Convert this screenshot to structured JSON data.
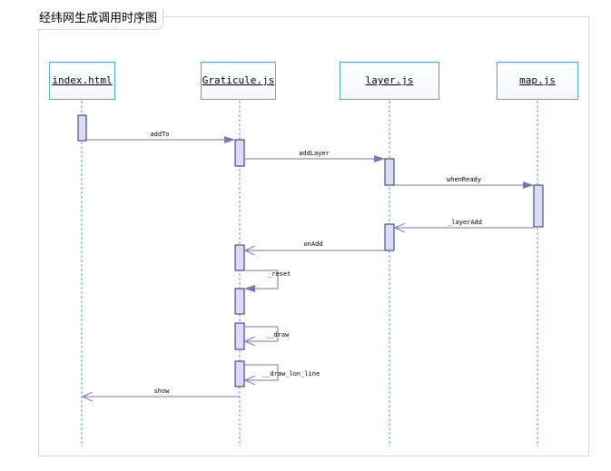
{
  "title": "经纬网生成调用时序图",
  "colors": {
    "actor_border": "#4fa9d8",
    "activation_fill": "#dcdcf6",
    "activation_border": "#2a2a6e",
    "arrow": "#7676c0",
    "lifeline": "#4fa9d8"
  },
  "participants": [
    {
      "id": "index",
      "label": "index.html"
    },
    {
      "id": "graticule",
      "label": "Graticule.js"
    },
    {
      "id": "layer",
      "label": "layer.js"
    },
    {
      "id": "map",
      "label": "map.js"
    }
  ],
  "messages": [
    {
      "id": "addTo",
      "label": "addTo",
      "from": "index",
      "to": "graticule",
      "kind": "sync"
    },
    {
      "id": "addLayer",
      "label": "addLayer",
      "from": "graticule",
      "to": "layer",
      "kind": "sync"
    },
    {
      "id": "whenReady",
      "label": "whenReady",
      "from": "layer",
      "to": "map",
      "kind": "sync"
    },
    {
      "id": "layerAdd",
      "label": "_layerAdd",
      "from": "map",
      "to": "layer",
      "kind": "return"
    },
    {
      "id": "onAdd",
      "label": "onAdd",
      "from": "layer",
      "to": "graticule",
      "kind": "return"
    },
    {
      "id": "reset",
      "label": "_reset",
      "from": "graticule",
      "to": "graticule",
      "kind": "self"
    },
    {
      "id": "draw",
      "label": "__draw",
      "from": "graticule",
      "to": "graticule",
      "kind": "self"
    },
    {
      "id": "drawLonLine",
      "label": "__draw_lon_line",
      "from": "graticule",
      "to": "graticule",
      "kind": "self"
    },
    {
      "id": "show",
      "label": "show",
      "from": "graticule",
      "to": "index",
      "kind": "return"
    }
  ]
}
